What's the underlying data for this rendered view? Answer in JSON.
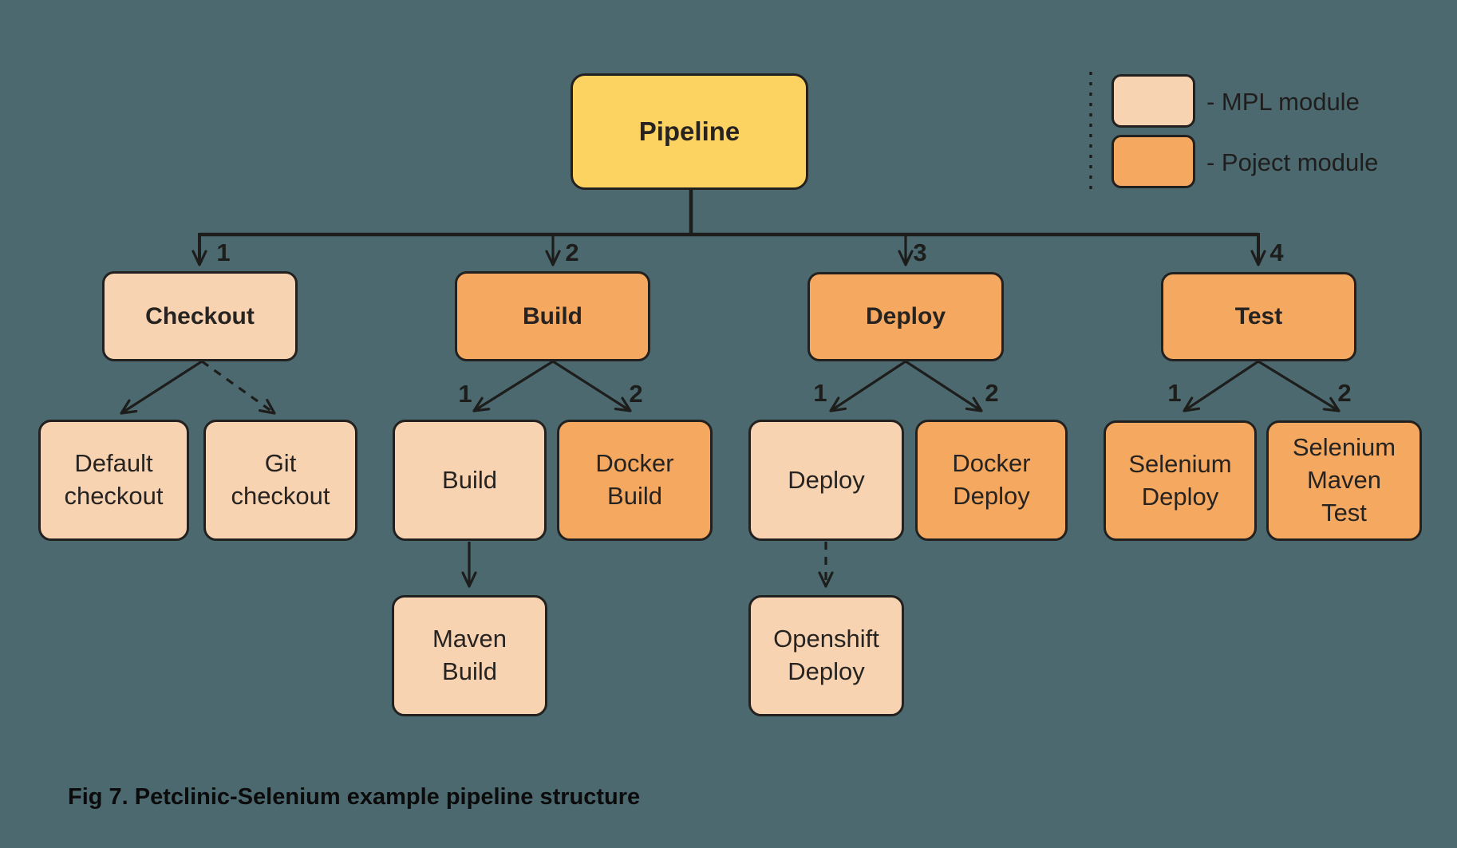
{
  "figure_caption": "Fig 7. Petclinic-Selenium example pipeline structure",
  "legend": {
    "mpl_label": "- MPL module",
    "project_label": "- Poject module"
  },
  "nodes": {
    "pipeline": "Pipeline",
    "checkout": "Checkout",
    "build": "Build",
    "deploy": "Deploy",
    "test": "Test",
    "default_checkout": "Default checkout",
    "git_checkout": "Git checkout",
    "build_child": "Build",
    "docker_build": "Docker Build",
    "deploy_child": "Deploy",
    "docker_deploy": "Docker Deploy",
    "selenium_deploy": "Selenium Deploy",
    "selenium_maven_test": "Selenium Maven Test",
    "maven_build": "Maven Build",
    "openshift_deploy": "Openshift Deploy"
  },
  "edge_labels": {
    "stage1": "1",
    "stage2": "2",
    "stage3": "3",
    "stage4": "4",
    "build1": "1",
    "build2": "2",
    "deploy1": "1",
    "deploy2": "2",
    "test1": "1",
    "test2": "2"
  },
  "colors": {
    "background": "#4d6970",
    "root_fill": "#fcd261",
    "mpl_fill": "#f8d3b2",
    "project_fill": "#f5a860",
    "stroke": "#22211f"
  }
}
